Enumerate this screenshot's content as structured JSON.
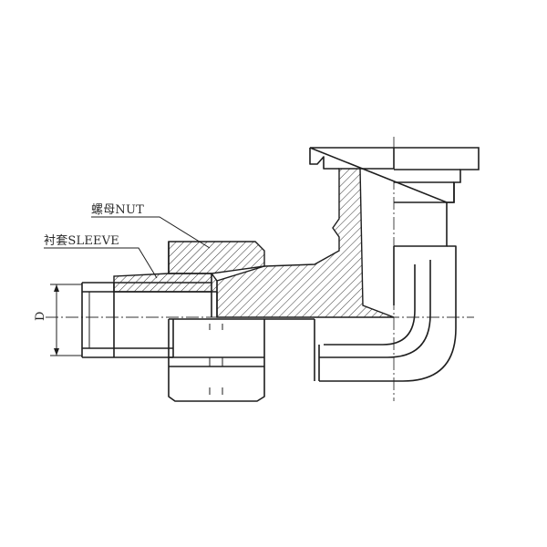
{
  "labels": {
    "nut": "螺母NUT",
    "sleeve": "衬套SLEEVE",
    "diameter": "D"
  },
  "colors": {
    "line": "#1e1e1e",
    "background": "#ffffff"
  }
}
